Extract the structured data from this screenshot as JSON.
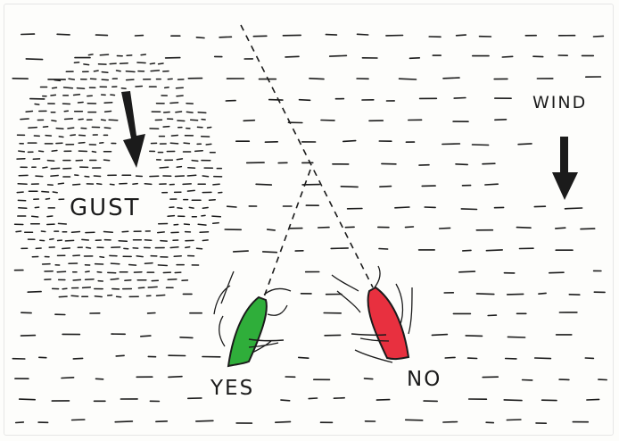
{
  "labels": {
    "gust": "GUST",
    "wind": "WIND",
    "yes": "YES",
    "no": "NO"
  },
  "colors": {
    "ink": "#1b1b1b",
    "yes_boat": "#2fae3a",
    "no_boat": "#e8303f"
  },
  "icons": {
    "gust_arrow": "arrow-down-icon",
    "wind_arrow": "arrow-down-icon"
  }
}
